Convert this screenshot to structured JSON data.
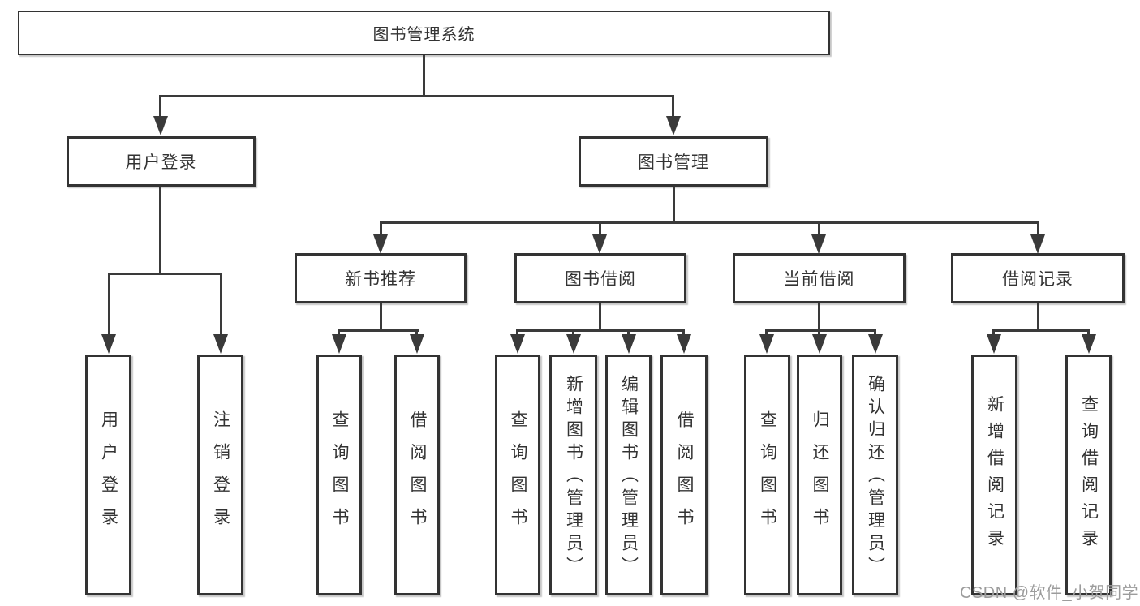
{
  "diagram": {
    "tree": {
      "label": "图书管理系统",
      "children": [
        {
          "label": "用户登录",
          "children": [
            {
              "label": "用户登录"
            },
            {
              "label": "注销登录"
            }
          ]
        },
        {
          "label": "图书管理",
          "children": [
            {
              "label": "新书推荐",
              "children": [
                {
                  "label": "查询图书"
                },
                {
                  "label": "借阅图书"
                }
              ]
            },
            {
              "label": "图书借阅",
              "children": [
                {
                  "label": "查询图书"
                },
                {
                  "label": "新增图书（管理员）"
                },
                {
                  "label": "编辑图书（管理员）"
                },
                {
                  "label": "借阅图书"
                }
              ]
            },
            {
              "label": "当前借阅",
              "children": [
                {
                  "label": "查询图书"
                },
                {
                  "label": "归还图书"
                },
                {
                  "label": "确认归还（管理员）"
                }
              ]
            },
            {
              "label": "借阅记录",
              "children": [
                {
                  "label": "新增借阅记录"
                },
                {
                  "label": "查询借阅记录"
                }
              ]
            }
          ]
        }
      ]
    },
    "watermark": {
      "text": "CSDN @软件_小贺同学"
    },
    "colors": {
      "line": "#3a3a3a",
      "border": "#333333",
      "text": "#333333",
      "box_background": "#ffffff",
      "background": "#ffffff",
      "watermark": "#9c9c9c"
    }
  }
}
